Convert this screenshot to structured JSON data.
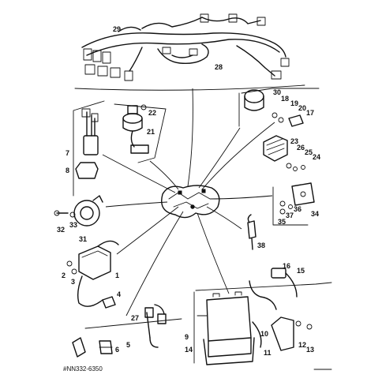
{
  "diagram": {
    "callouts": [
      {
        "id": "c1",
        "text": "1"
      },
      {
        "id": "c2",
        "text": "2"
      },
      {
        "id": "c3",
        "text": "3"
      },
      {
        "id": "c4",
        "text": "4"
      },
      {
        "id": "c5",
        "text": "5"
      },
      {
        "id": "c6",
        "text": "6"
      },
      {
        "id": "c7",
        "text": "7"
      },
      {
        "id": "c8",
        "text": "8"
      },
      {
        "id": "c9",
        "text": "9"
      },
      {
        "id": "c10",
        "text": "10"
      },
      {
        "id": "c11",
        "text": "11"
      },
      {
        "id": "c12",
        "text": "12"
      },
      {
        "id": "c13",
        "text": "13"
      },
      {
        "id": "c14",
        "text": "14"
      },
      {
        "id": "c15",
        "text": "15"
      },
      {
        "id": "c16",
        "text": "16"
      },
      {
        "id": "c17",
        "text": "17"
      },
      {
        "id": "c18",
        "text": "18"
      },
      {
        "id": "c19",
        "text": "19"
      },
      {
        "id": "c20",
        "text": "20"
      },
      {
        "id": "c21",
        "text": "21"
      },
      {
        "id": "c22",
        "text": "22"
      },
      {
        "id": "c23",
        "text": "23"
      },
      {
        "id": "c24",
        "text": "24"
      },
      {
        "id": "c25",
        "text": "25"
      },
      {
        "id": "c26",
        "text": "26"
      },
      {
        "id": "c27",
        "text": "27"
      },
      {
        "id": "c28",
        "text": "28"
      },
      {
        "id": "c29",
        "text": "29"
      },
      {
        "id": "c30",
        "text": "30"
      },
      {
        "id": "c31",
        "text": "31"
      },
      {
        "id": "c32",
        "text": "32"
      },
      {
        "id": "c33",
        "text": "33"
      },
      {
        "id": "c34",
        "text": "34"
      },
      {
        "id": "c35",
        "text": "35"
      },
      {
        "id": "c36",
        "text": "36"
      },
      {
        "id": "c37",
        "text": "37"
      },
      {
        "id": "c38",
        "text": "38"
      }
    ],
    "drawing_code": "#NN332-6350"
  }
}
